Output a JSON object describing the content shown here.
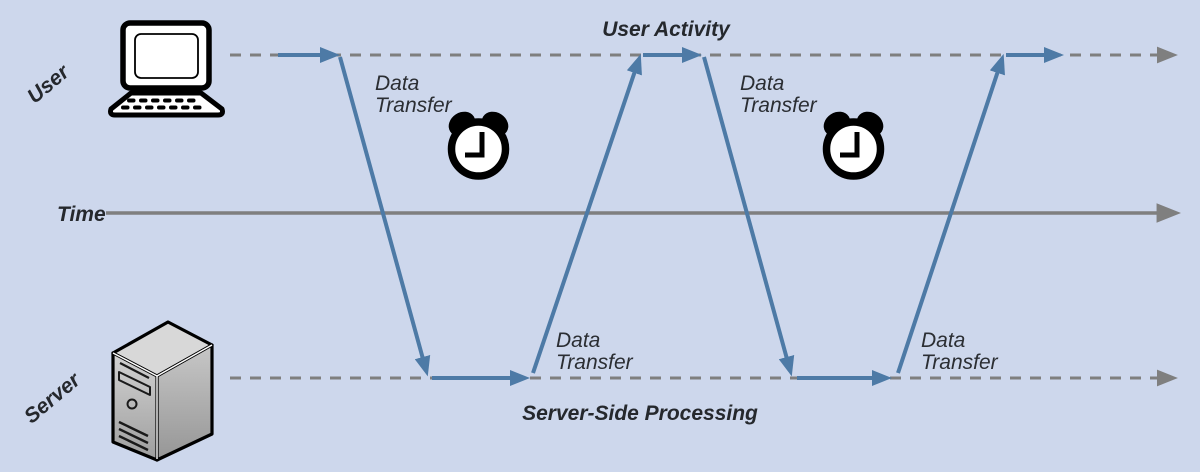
{
  "diagram": {
    "type": "timeline-sequence-diagram",
    "labels": {
      "user_axis": "User",
      "server_axis": "Server",
      "time_axis": "Time",
      "user_activity": "User Activity",
      "server_side_processing": "Server-Side Processing",
      "data_transfer": {
        "line1": "Data",
        "line2": "Transfer"
      }
    },
    "icons": [
      "computer-icon",
      "server-icon",
      "alarm-clock-icon",
      "arrowhead-icon"
    ],
    "colors": {
      "background": "#cdd7ec",
      "transfer_arrow_blue": "#4d7aa6",
      "baseline_gray": "#7f7f7f",
      "text": "#25282d"
    },
    "structure": {
      "lanes": [
        "User (top dashed baseline)",
        "Time (middle solid axis)",
        "Server (bottom dashed baseline)"
      ],
      "transfer_cycles": 2,
      "sequence": "user activity → data transfer down → server-side processing → data transfer up → user activity (repeated twice, with waiting clocks at user level)"
    }
  }
}
